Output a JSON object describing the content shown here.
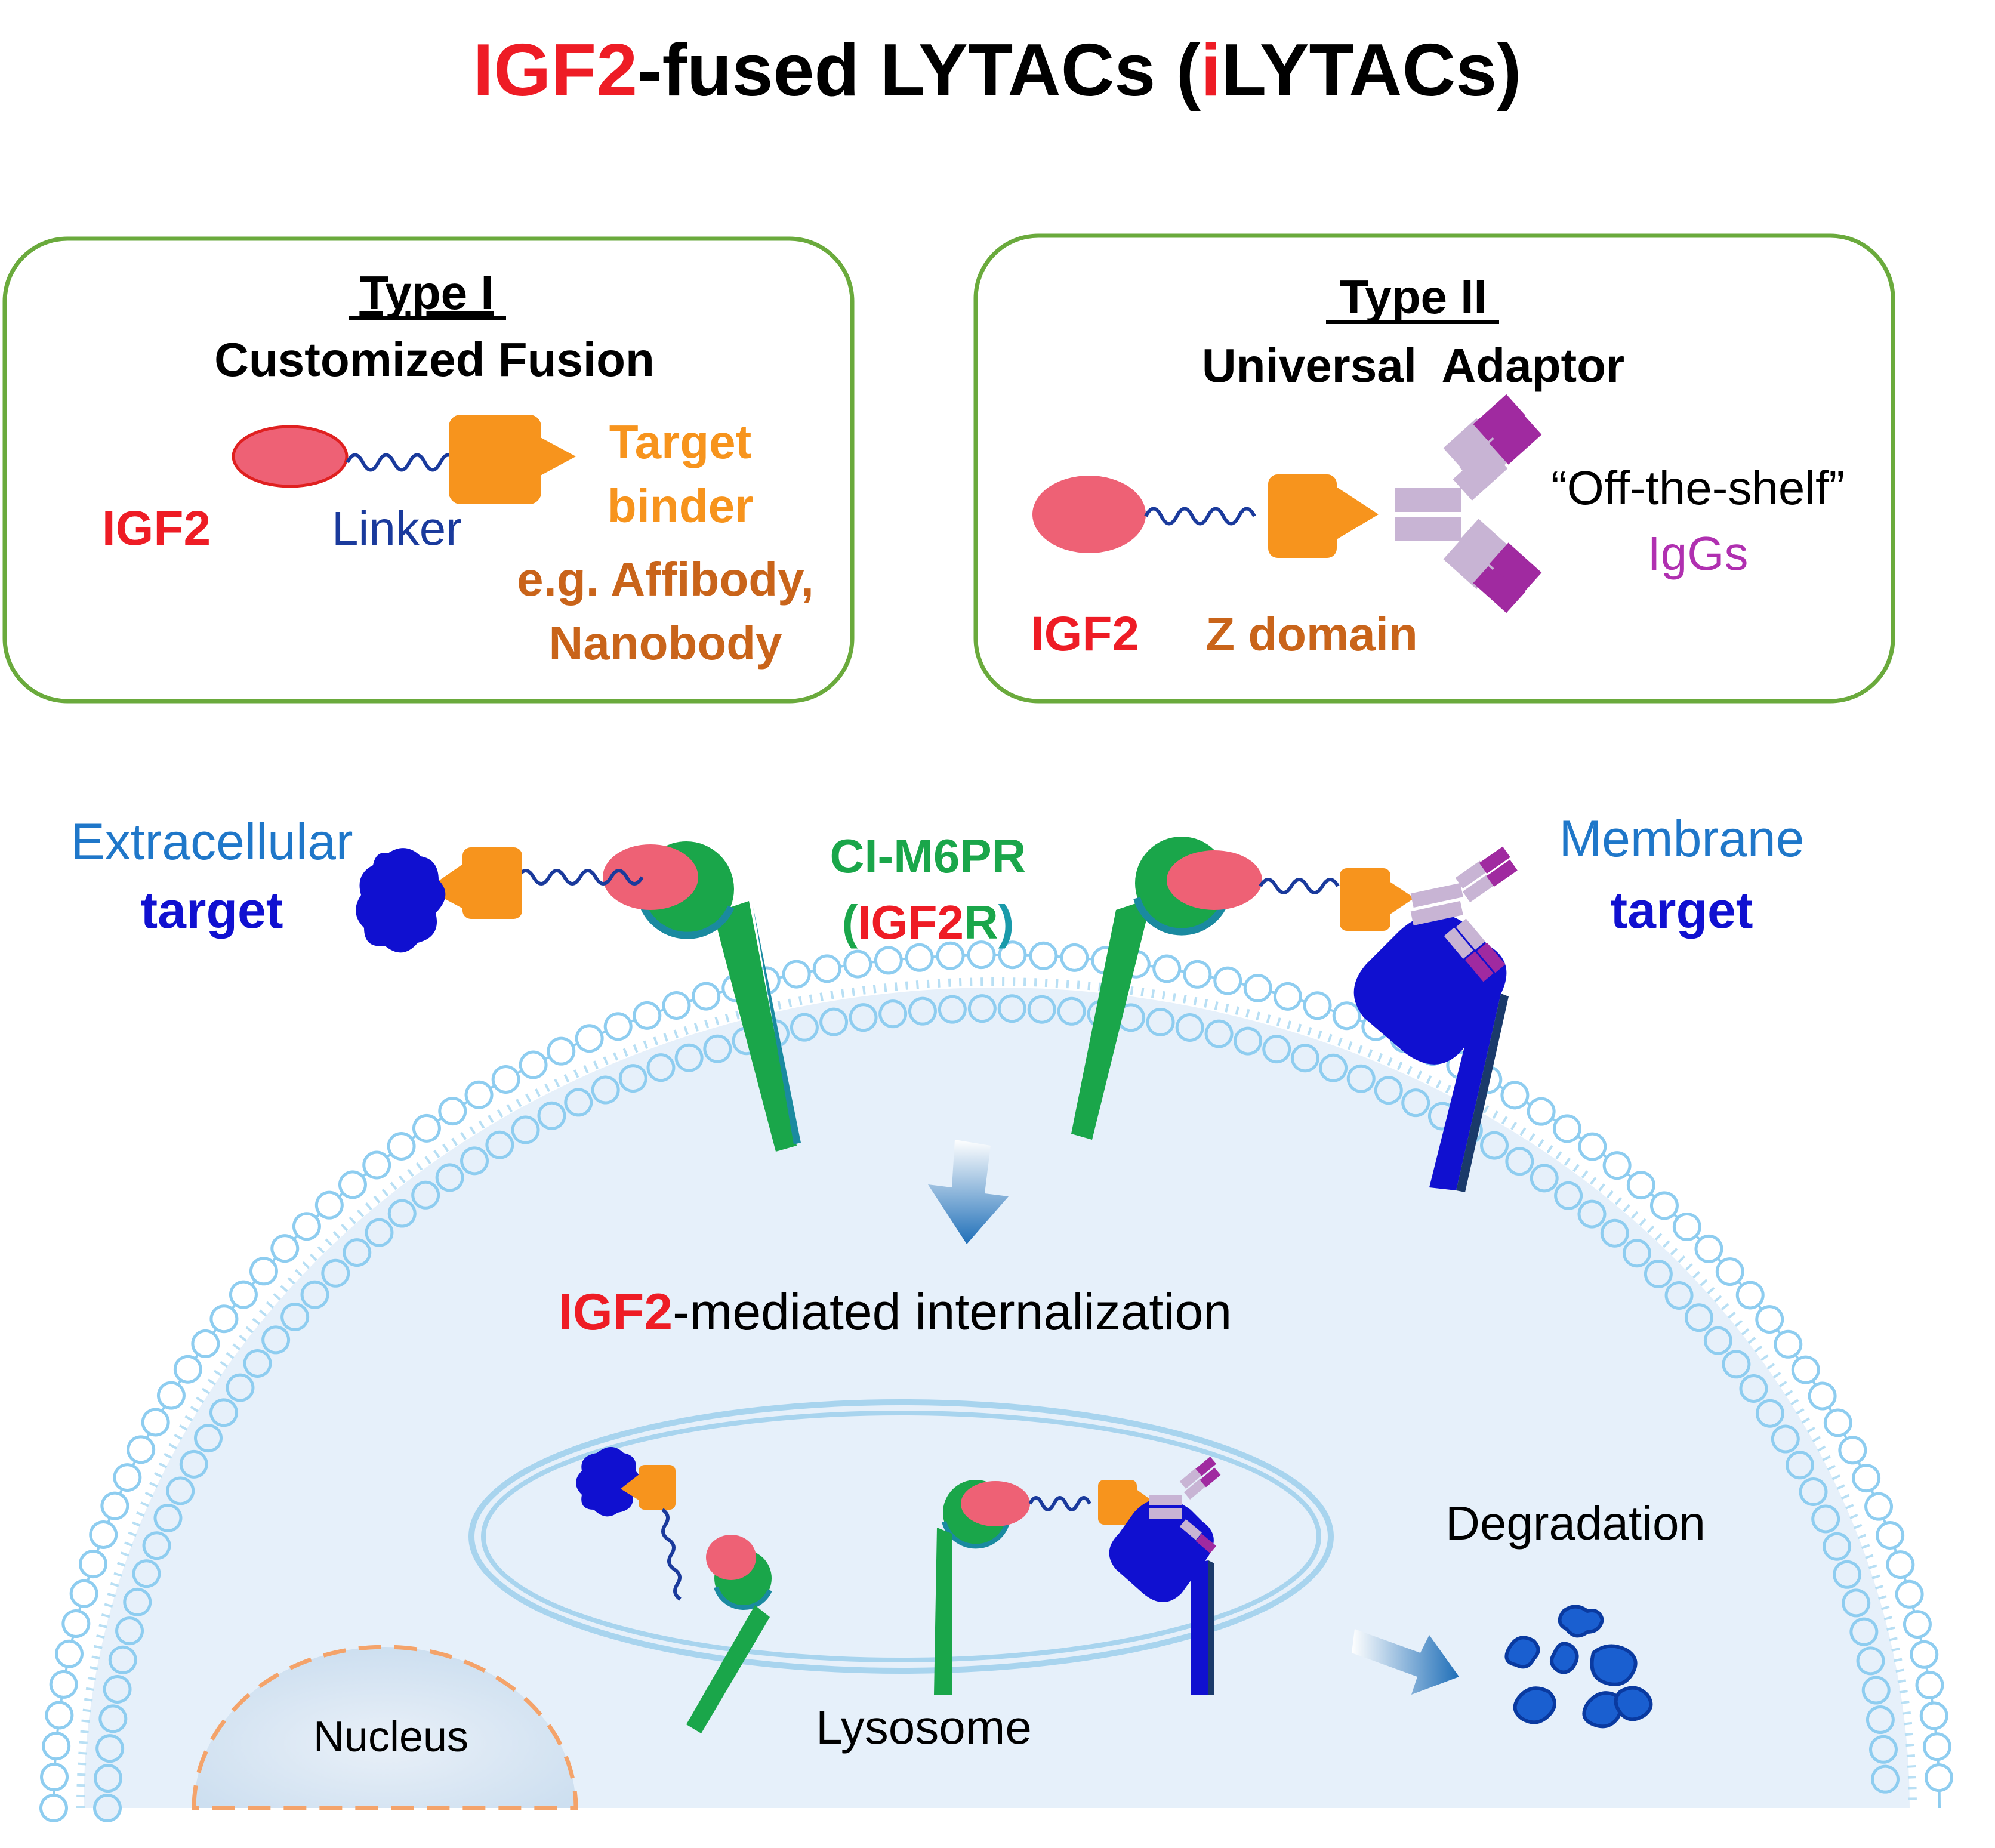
{
  "title": {
    "highlight": "IGF2",
    "rest": "-fused LYTACs (",
    "highlight_i": "i",
    "rest_end": "LYTACs)"
  },
  "type1": {
    "heading": "Type I",
    "subtitle": "Customized Fusion",
    "igf2": "IGF2",
    "linker": "Linker",
    "target_line1": "Target",
    "target_line2": "binder",
    "example_line1": "e.g. Affibody,",
    "example_line2": "Nanobody"
  },
  "type2": {
    "heading": "Type II",
    "subtitle": "Universal  Adaptor",
    "igf2": "IGF2",
    "zdomain": "Z domain",
    "offshelf": "“Off-the-shelf”",
    "iggs": "IgGs"
  },
  "main": {
    "extracellular_line1": "Extracellular",
    "extracellular_line2": "target",
    "receptor_line1": "CI-M6PR",
    "receptor_open": "(",
    "receptor_igf2": "IGF2",
    "receptor_r": "R",
    "receptor_close": ")",
    "membrane_line1": "Membrane",
    "membrane_line2": "target",
    "internalization_highlight": "IGF2",
    "internalization_rest": "-mediated internalization",
    "degradation": "Degradation",
    "nucleus": "Nucleus",
    "lysosome": "Lysosome"
  },
  "colors": {
    "red": "#ee1c25",
    "black": "#000000",
    "orange": "#f7941d",
    "brown_orange": "#c9641a",
    "navy": "#1a3a9c",
    "sky": "#1f77c9",
    "deep_blue": "#1010d0",
    "green": "#1aa64a",
    "teal": "#1a9aaa",
    "purple": "#b030b0",
    "lipid": "#8ecdf0",
    "cell_fill": "#e6f0fa",
    "box_border": "#6aaa3c",
    "igf2_pink": "#ee6175"
  }
}
